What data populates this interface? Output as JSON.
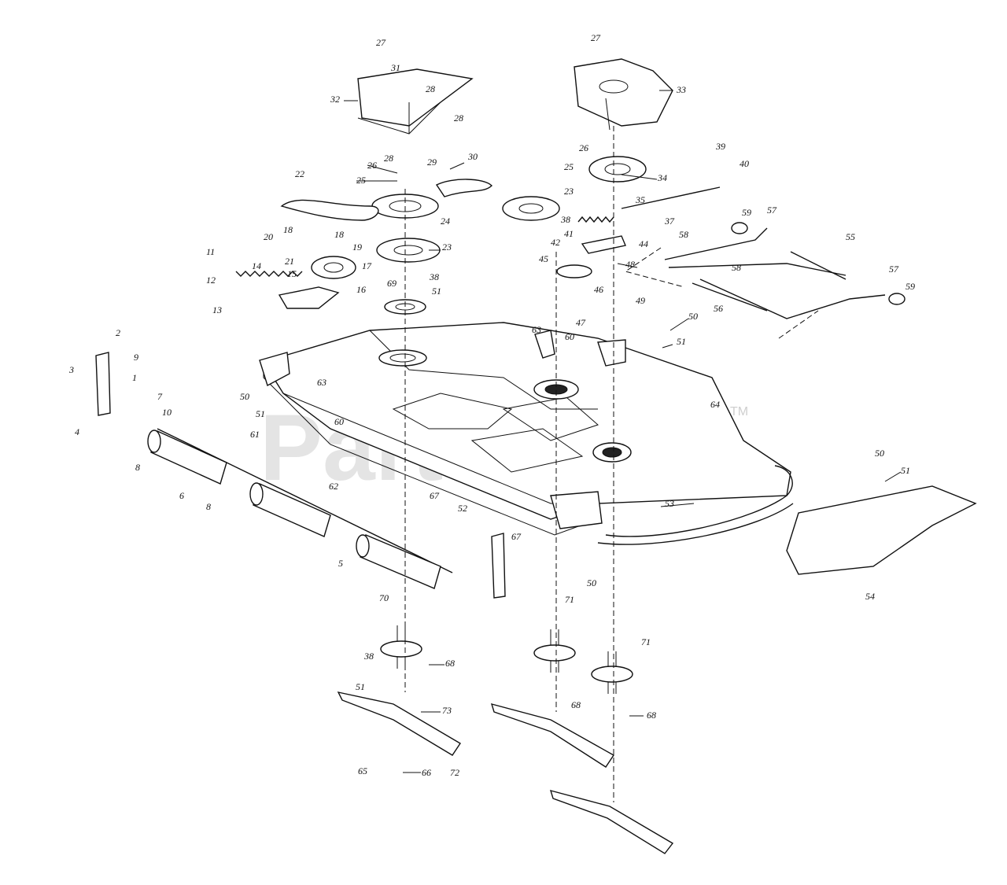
{
  "watermark": {
    "text": "PartsTree",
    "trademark": "TM"
  },
  "callouts": [
    {
      "id": "c27a",
      "text": "27"
    },
    {
      "id": "c31",
      "text": "31"
    },
    {
      "id": "c28a",
      "text": "28"
    },
    {
      "id": "c32",
      "text": "32"
    },
    {
      "id": "c28b",
      "text": "28"
    },
    {
      "id": "c28c",
      "text": "28"
    },
    {
      "id": "c29",
      "text": "29"
    },
    {
      "id": "c27b",
      "text": "27"
    },
    {
      "id": "c33",
      "text": "33"
    },
    {
      "id": "c26a",
      "text": "26"
    },
    {
      "id": "c25a",
      "text": "25"
    },
    {
      "id": "c22",
      "text": "22"
    },
    {
      "id": "c30",
      "text": "30"
    },
    {
      "id": "c24",
      "text": "24"
    },
    {
      "id": "c23a",
      "text": "23"
    },
    {
      "id": "c18a",
      "text": "18"
    },
    {
      "id": "c20",
      "text": "20"
    },
    {
      "id": "c18b",
      "text": "18"
    },
    {
      "id": "c19",
      "text": "19"
    },
    {
      "id": "c11",
      "text": "11"
    },
    {
      "id": "c14",
      "text": "14"
    },
    {
      "id": "c21",
      "text": "21"
    },
    {
      "id": "c17",
      "text": "17"
    },
    {
      "id": "c12",
      "text": "12"
    },
    {
      "id": "c15",
      "text": "15"
    },
    {
      "id": "c69",
      "text": "69"
    },
    {
      "id": "c38a",
      "text": "38"
    },
    {
      "id": "c51a",
      "text": "51"
    },
    {
      "id": "c13",
      "text": "13"
    },
    {
      "id": "c16",
      "text": "16"
    },
    {
      "id": "c26b",
      "text": "26"
    },
    {
      "id": "c25b",
      "text": "25"
    },
    {
      "id": "c23b",
      "text": "23"
    },
    {
      "id": "c34",
      "text": "34"
    },
    {
      "id": "c39",
      "text": "39"
    },
    {
      "id": "c40",
      "text": "40"
    },
    {
      "id": "c35",
      "text": "35"
    },
    {
      "id": "c37",
      "text": "37"
    },
    {
      "id": "c38b",
      "text": "38"
    },
    {
      "id": "c41",
      "text": "41"
    },
    {
      "id": "c42",
      "text": "42"
    },
    {
      "id": "c44",
      "text": "44"
    },
    {
      "id": "c48",
      "text": "48"
    },
    {
      "id": "c59a",
      "text": "59"
    },
    {
      "id": "c57a",
      "text": "57"
    },
    {
      "id": "c58a",
      "text": "58"
    },
    {
      "id": "c55",
      "text": "55"
    },
    {
      "id": "c58b",
      "text": "58"
    },
    {
      "id": "c45",
      "text": "45"
    },
    {
      "id": "c46",
      "text": "46"
    },
    {
      "id": "c47",
      "text": "47"
    },
    {
      "id": "c56",
      "text": "56"
    },
    {
      "id": "c57b",
      "text": "57"
    },
    {
      "id": "c59b",
      "text": "59"
    },
    {
      "id": "c49",
      "text": "49"
    },
    {
      "id": "c50a",
      "text": "50"
    },
    {
      "id": "c51b",
      "text": "51"
    },
    {
      "id": "c63a",
      "text": "63"
    },
    {
      "id": "c60a",
      "text": "60"
    },
    {
      "id": "c2",
      "text": "2"
    },
    {
      "id": "c9",
      "text": "9"
    },
    {
      "id": "c3",
      "text": "3"
    },
    {
      "id": "c1",
      "text": "1"
    },
    {
      "id": "c7",
      "text": "7"
    },
    {
      "id": "c10",
      "text": "10"
    },
    {
      "id": "c4",
      "text": "4"
    },
    {
      "id": "c8a",
      "text": "8"
    },
    {
      "id": "c50b",
      "text": "50"
    },
    {
      "id": "c63b",
      "text": "63"
    },
    {
      "id": "c51c",
      "text": "51"
    },
    {
      "id": "c60b",
      "text": "60"
    },
    {
      "id": "c61",
      "text": "61"
    },
    {
      "id": "c64",
      "text": "64"
    },
    {
      "id": "c6",
      "text": "6"
    },
    {
      "id": "c8b",
      "text": "8"
    },
    {
      "id": "c62",
      "text": "62"
    },
    {
      "id": "c67a",
      "text": "67"
    },
    {
      "id": "c52",
      "text": "52"
    },
    {
      "id": "c53",
      "text": "53"
    },
    {
      "id": "c50c",
      "text": "50"
    },
    {
      "id": "c51d",
      "text": "51"
    },
    {
      "id": "c67b",
      "text": "67"
    },
    {
      "id": "c5",
      "text": "5"
    },
    {
      "id": "c50d",
      "text": "50"
    },
    {
      "id": "c54",
      "text": "54"
    },
    {
      "id": "c70",
      "text": "70"
    },
    {
      "id": "c71a",
      "text": "71"
    },
    {
      "id": "c71b",
      "text": "71"
    },
    {
      "id": "c68a",
      "text": "68"
    },
    {
      "id": "c38c",
      "text": "38"
    },
    {
      "id": "c51e",
      "text": "51"
    },
    {
      "id": "c73",
      "text": "73"
    },
    {
      "id": "c68b",
      "text": "68"
    },
    {
      "id": "c68c",
      "text": "68"
    },
    {
      "id": "c65",
      "text": "65"
    },
    {
      "id": "c66",
      "text": "66"
    },
    {
      "id": "c72",
      "text": "72"
    }
  ]
}
